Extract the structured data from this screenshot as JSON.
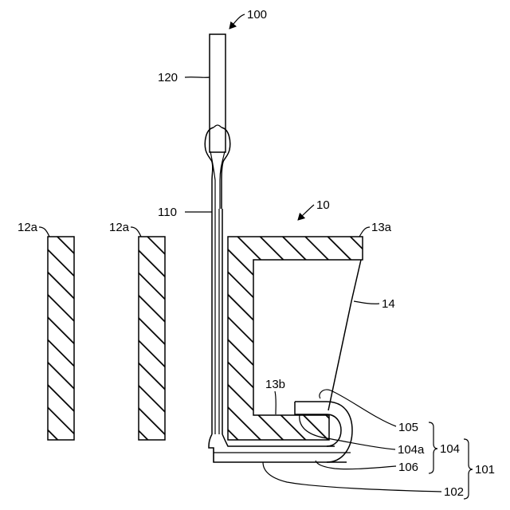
{
  "labels": {
    "assembly": "100",
    "upper_part": "120",
    "stem": "110",
    "body": "10",
    "left_plate_a": "12a",
    "left_plate_b": "12a",
    "top_wall": "13a",
    "side_face": "14",
    "bottom_wall": "13b",
    "hook_tip": "105",
    "hook_inner": "104a",
    "hook_group": "104",
    "hook_outer": "106",
    "outer_group": "101",
    "base": "102"
  }
}
